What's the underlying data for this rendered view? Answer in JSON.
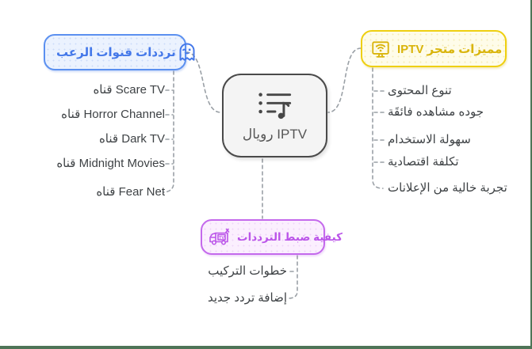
{
  "root": {
    "label": "رويال IPTV",
    "icon": "playlist-music-icon"
  },
  "branches": {
    "horror": {
      "label": "ترددات قنوات الرعب",
      "icon": "ghost-icon",
      "accent": "#4478e9",
      "items": [
        "قناه Scare TV",
        "قناه Horror Channel",
        "قناه Dark TV",
        "قناه Midnight Movies",
        "قناه Fear Net"
      ]
    },
    "features": {
      "label": "مميزات متجر IPTV",
      "icon": "monitor-wifi-icon",
      "accent": "#d9b40a",
      "items": [
        "تنوع المحتوى",
        "جوده مشاهده فائقَة",
        "سهولة الاستخدام",
        "تكلفة اقتصادية",
        "تجربة خالية من الإعلانات"
      ]
    },
    "setup": {
      "label": "كيفية ضبط الترددات",
      "icon": "tv-van-icon",
      "accent": "#bb55e9",
      "items": [
        "خطوات التركيب",
        "إضافة تردد جديد"
      ]
    }
  },
  "colors": {
    "horror_border": "#5b90f0",
    "horror_fill": "#ebf2fe",
    "features_border": "#eecf10",
    "features_fill": "#fefce9",
    "setup_border": "#c469ec",
    "setup_fill": "#fbeffe",
    "root_border": "#4a4a4a",
    "root_fill": "#f4f4f4",
    "item_text": "#3e4245",
    "connector": "#9aa0a6",
    "frame_green": "#4e7457"
  }
}
